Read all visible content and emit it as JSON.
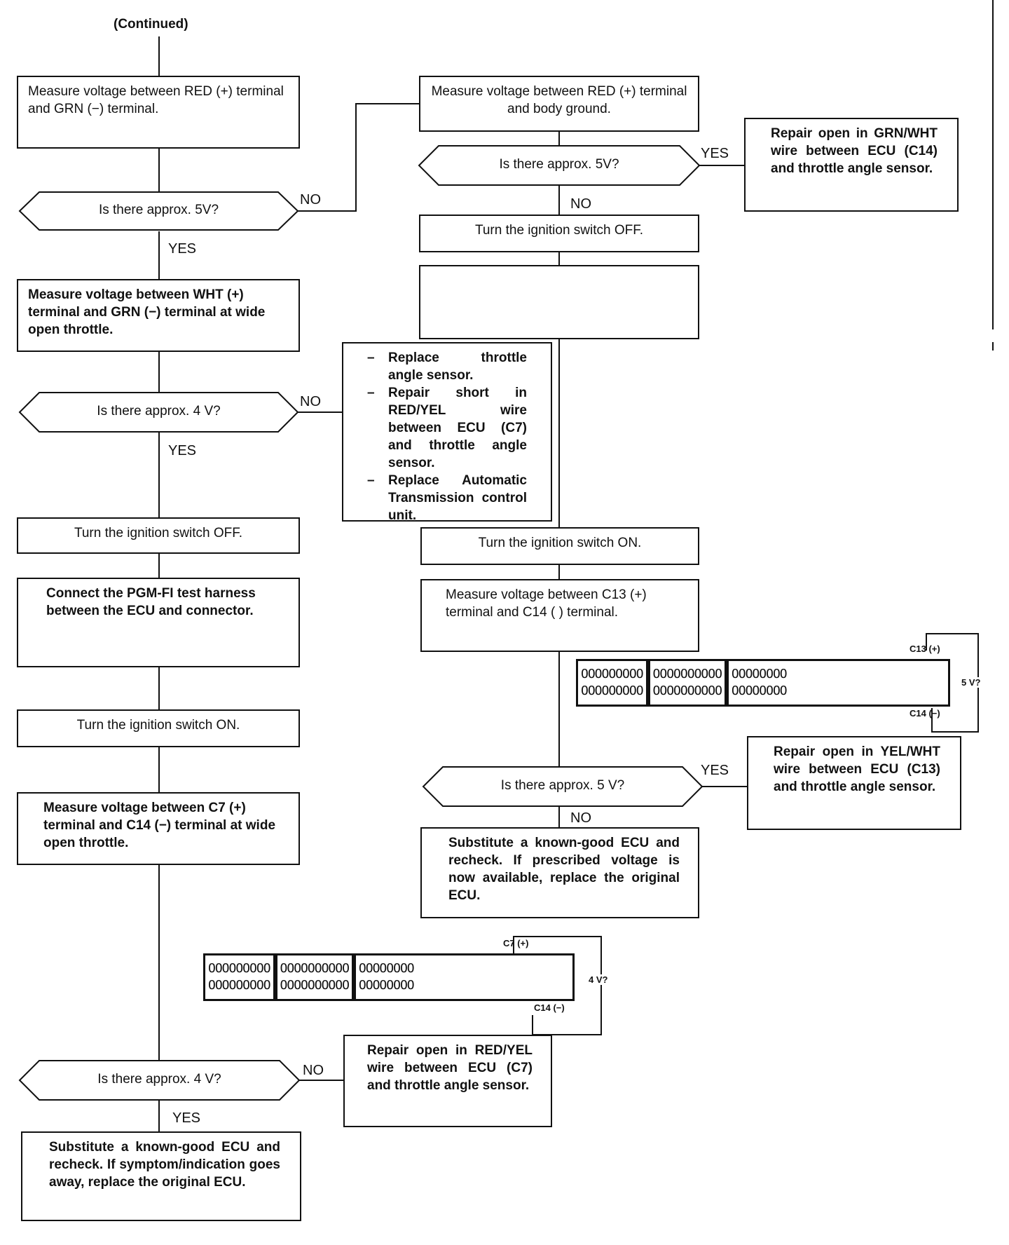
{
  "heading": "(Continued)",
  "left": {
    "box1": "Measure voltage between RED (+) terminal and GRN (−) terminal.",
    "d1": "Is there approx. 5V?",
    "d1_no": "NO",
    "d1_yes": "YES",
    "box2": "Measure voltage between WHT (+) terminal and GRN (−) terminal at wide open throttle.",
    "d2": "Is there approx. 4 V?",
    "d2_no": "NO",
    "d2_yes": "YES",
    "box3": "Turn the ignition switch OFF.",
    "box4": "Connect the PGM-FI test harness between the ECU and connector.",
    "box5": "Turn the ignition switch ON.",
    "box6": "Measure voltage between C7 (+) terminal and C14 (−) terminal at wide open throttle.",
    "d3": "Is there approx. 4 V?",
    "d3_no": "NO",
    "d3_yes": "YES",
    "box7": "Substitute a known-good ECU and recheck. If symptom/indication goes away, replace the original ECU."
  },
  "right": {
    "box1": "Measure voltage between RED (+) terminal and body ground.",
    "d1": "Is there approx. 5V?",
    "d1_yes": "YES",
    "d1_no": "NO",
    "repair1": "Repair open in GRN/WHT wire between ECU (C14) and throttle angle sensor.",
    "box2": "Turn the ignition switch OFF.",
    "box3": "",
    "actions": [
      "Replace throttle angle sensor.",
      "Repair short in RED/YEL wire between ECU (C7) and throttle angle sensor.",
      "Replace Automatic Transmission control unit."
    ],
    "box4": "Turn the ignition switch ON.",
    "box5": "Measure voltage between C13 (+) terminal and C14 ( ) terminal.",
    "d2": "Is there approx. 5 V?",
    "d2_yes": "YES",
    "d2_no": "NO",
    "repair2": "Repair open in YEL/WHT wire between ECU (C13) and throttle angle sensor.",
    "box6": "Substitute a known-good ECU and recheck. If prescribed voltage is now available, replace the original ECU.",
    "repair3": "Repair open in RED/YEL wire between ECU (C7) and throttle angle sensor."
  },
  "connector1": {
    "rows": [
      [
        "OOOOOOOOO",
        "OOOOOOOOOO",
        "OOOOOOOO"
      ],
      [
        "OOOOOOOOO",
        "OOOOOOOOOO",
        "OOOOOOOO"
      ]
    ],
    "pin_top": "C13 (+)",
    "pin_bottom": "C14 (−)",
    "voltage": "5 V?"
  },
  "connector2": {
    "rows": [
      [
        "OOOOOOOOO",
        "OOOOOOOOOO",
        "OOOOOOOO"
      ],
      [
        "OOOOOOOOO",
        "OOOOOOOOOO",
        "OOOOOOOO"
      ]
    ],
    "pin_top": "C7 (+)",
    "pin_bottom": "C14 (−)",
    "voltage": "4 V?"
  }
}
